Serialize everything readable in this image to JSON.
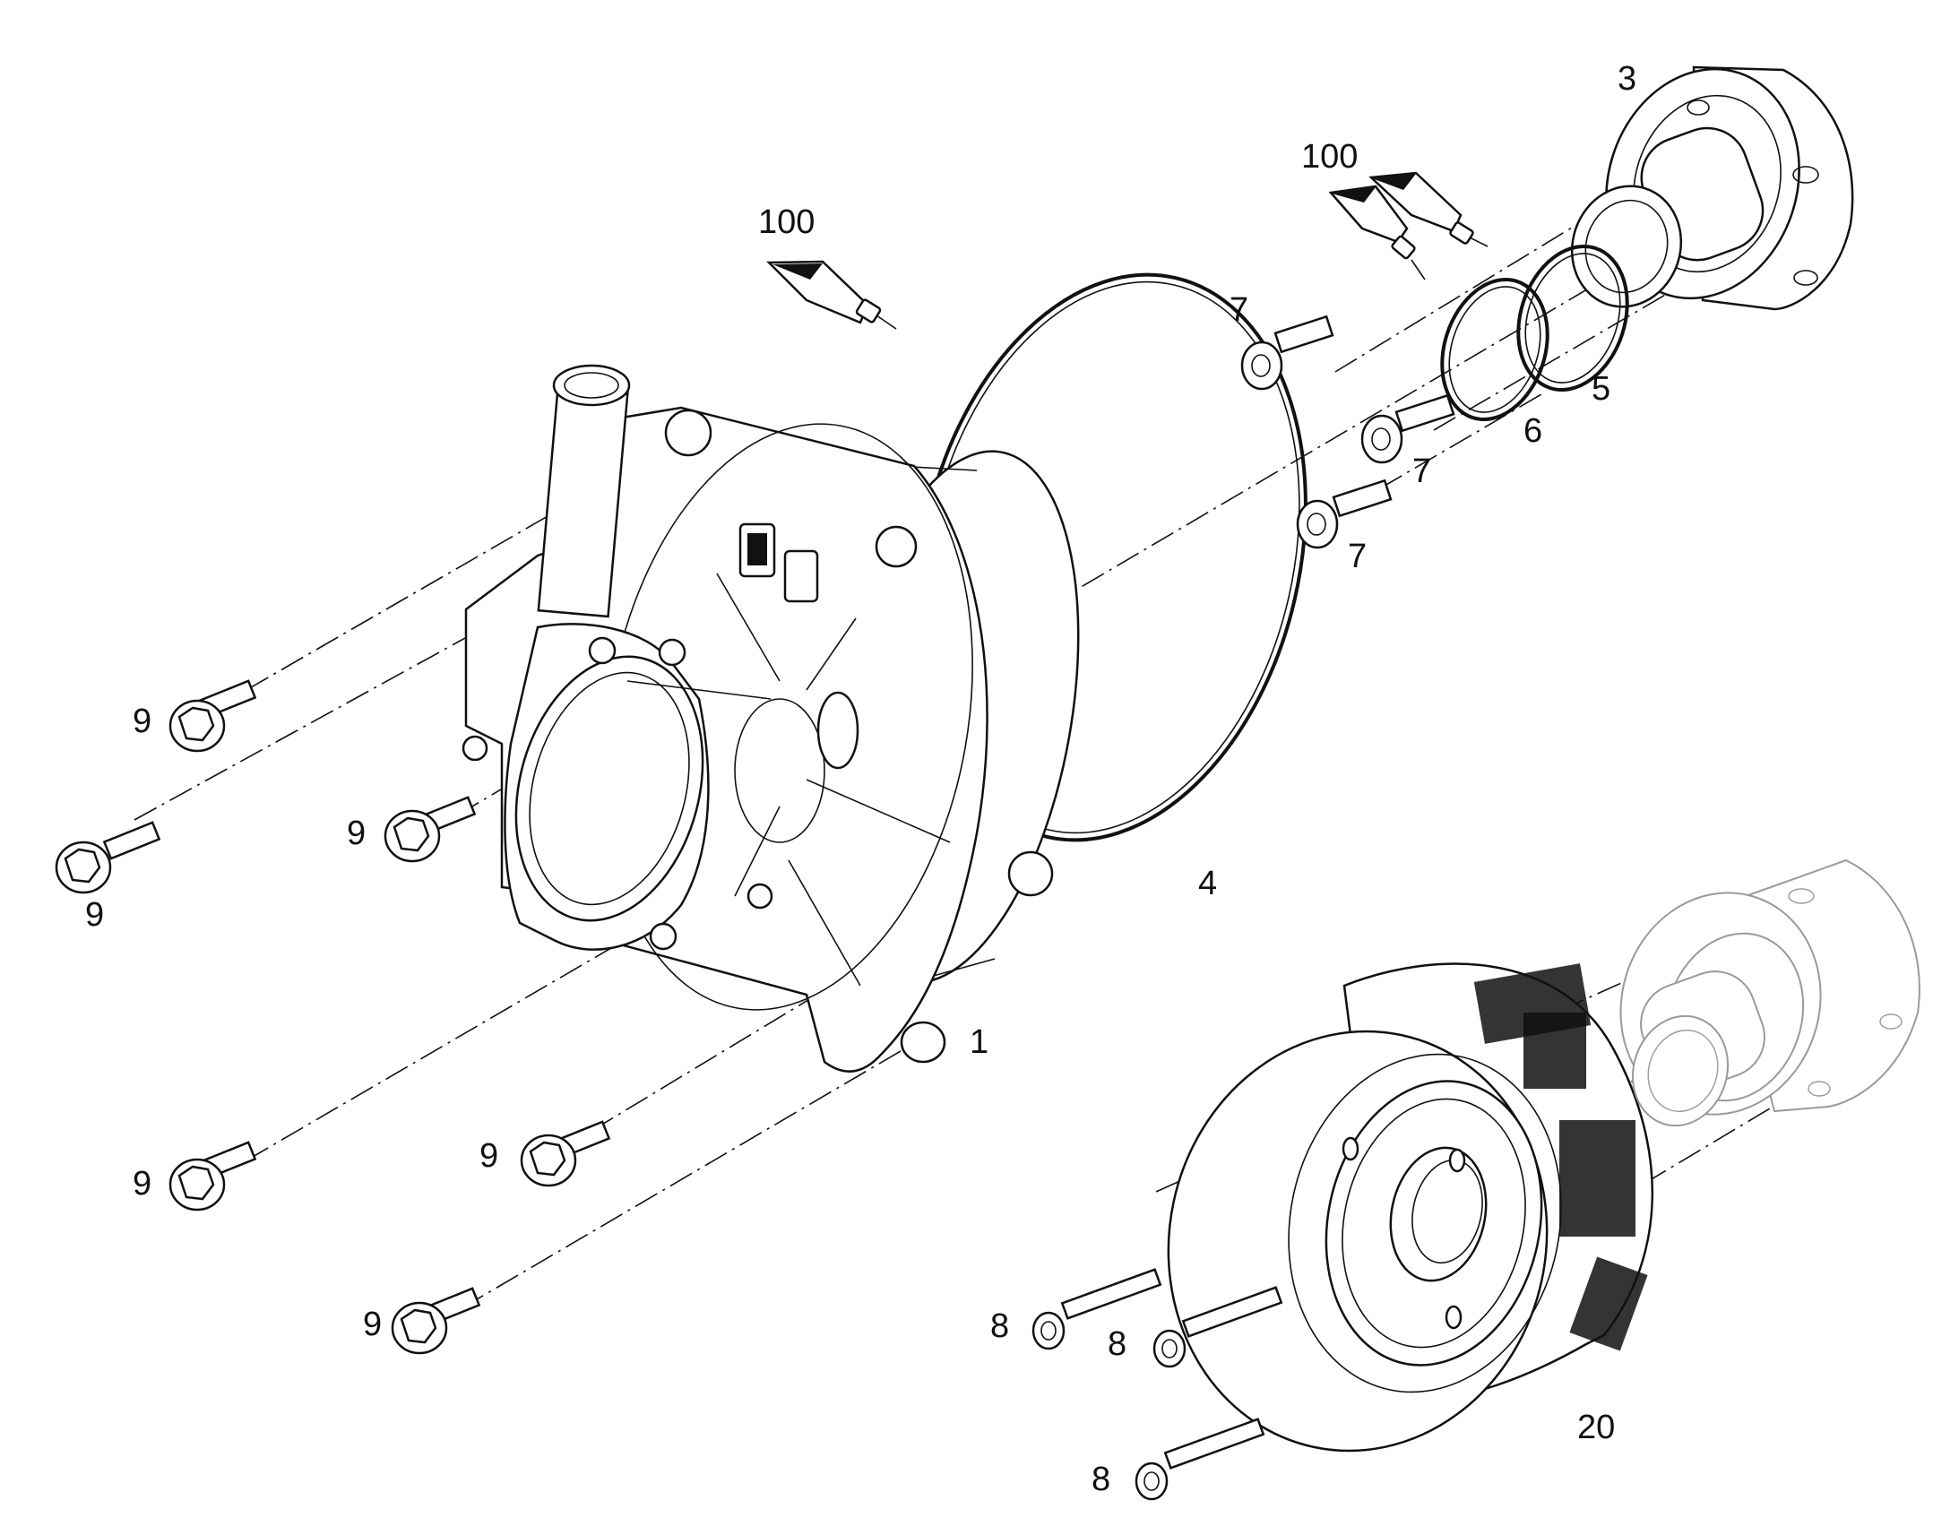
{
  "labels": {
    "part_1": "1",
    "part_3": "3",
    "part_4": "4",
    "part_5": "5",
    "part_6": "6",
    "part_7": "7",
    "part_8": "8",
    "part_9": "9",
    "part_20": "20",
    "part_100": "100"
  },
  "colors": {
    "line": "#111111",
    "ghost": "#9a9a9a",
    "background": "#ffffff"
  }
}
